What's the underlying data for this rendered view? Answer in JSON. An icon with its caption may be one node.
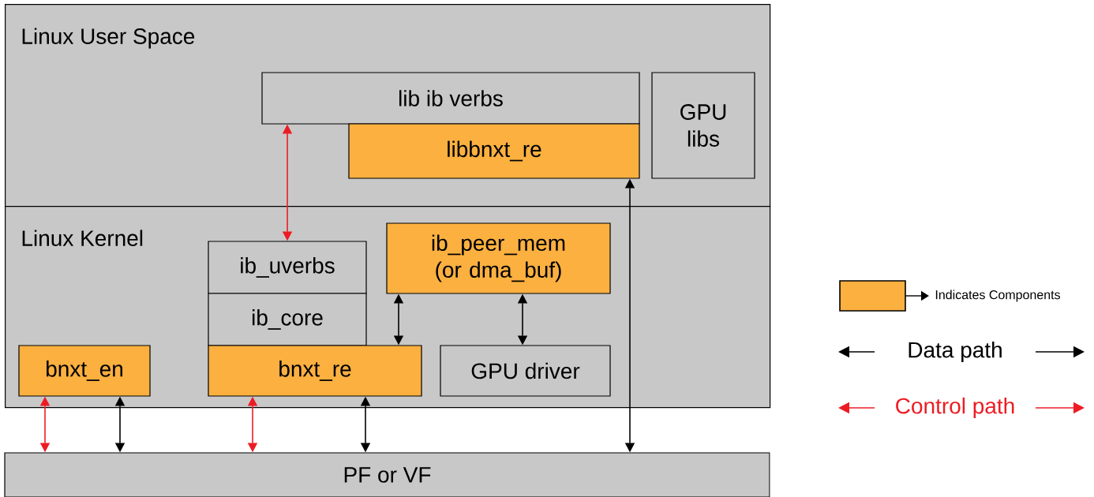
{
  "diagram": {
    "nodes": [
      {
        "text": [
          "Linux User Space"
        ]
      },
      {
        "text": [
          "lib ib verbs"
        ],
        "in": 0
      },
      {
        "text": [
          "libbnxt_re"
        ],
        "in": 0
      },
      {
        "text": [
          "GPU libs"
        ],
        "in": 0
      },
      {
        "text": [
          "Linux Kernel"
        ]
      },
      {
        "text": [
          "ib_uverbs"
        ],
        "in": 4
      },
      {
        "text": [
          "ib_core"
        ],
        "in": 4
      },
      {
        "text": [
          "ib_peer_mem (or dma_buf)"
        ],
        "in": 4
      },
      {
        "text": [
          "bnxt_en"
        ],
        "in": 4
      },
      {
        "text": [
          "bnxt_re"
        ],
        "in": 4
      },
      {
        "text": [
          "GPU driver"
        ],
        "in": 4
      },
      {
        "text": [
          "PF or VF"
        ]
      }
    ],
    "edges": [
      {
        "from": 1,
        "to": 5,
        "arrow": "both",
        "color": "#ed1c24"
      },
      {
        "from": 7,
        "to": 9,
        "arrow": "both"
      },
      {
        "from": 7,
        "to": 10,
        "arrow": "both"
      },
      {
        "from": 8,
        "to": 11,
        "arrow": "both",
        "color": "#ed1c24"
      },
      {
        "from": 8,
        "to": 11,
        "arrow": "both"
      },
      {
        "from": 9,
        "to": 11,
        "arrow": "both",
        "color": "#ed1c24"
      },
      {
        "from": 9,
        "to": 11,
        "arrow": "both"
      },
      {
        "from": 2,
        "to": 11,
        "arrow": "both"
      }
    ],
    "legend": [
      {
        "text": "Indicates Components",
        "color": "#fbb040"
      },
      {
        "text": "Data path"
      },
      {
        "text": "Control path"
      }
    ]
  }
}
